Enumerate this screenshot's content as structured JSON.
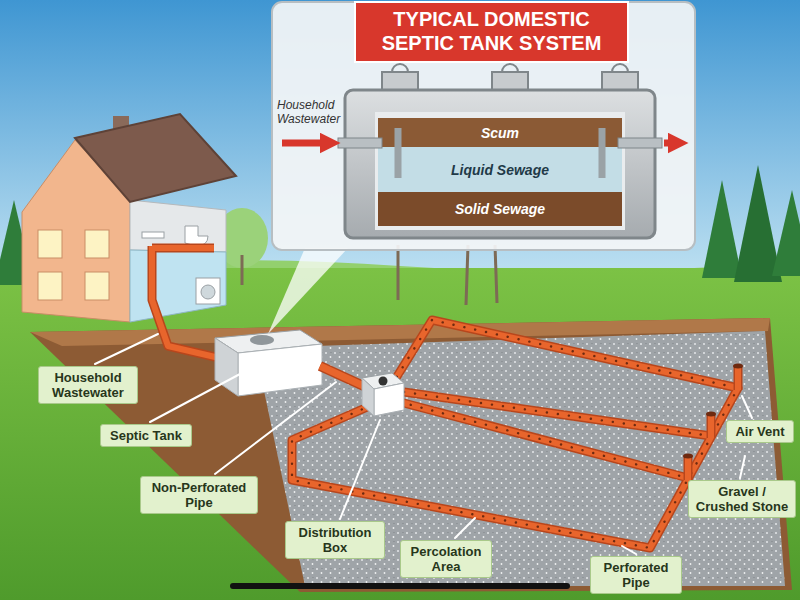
{
  "diagram": {
    "title": "TYPICAL DOMESTIC SEPTIC TANK SYSTEM",
    "nodes": [
      {
        "text": [
          "Scum"
        ]
      },
      {
        "text": [
          "Liquid Sewage"
        ]
      },
      {
        "text": [
          "Solid Sewage"
        ]
      },
      {
        "text": [
          "Household Wastewater"
        ]
      },
      {
        "text": [
          "Septic Tank"
        ]
      },
      {
        "text": [
          "Non-Perforated Pipe"
        ]
      },
      {
        "text": [
          "Distribution Box"
        ]
      },
      {
        "text": [
          "Percolation Area"
        ]
      },
      {
        "text": [
          "Perforated Pipe"
        ]
      },
      {
        "text": [
          "Gravel / Crushed Stone"
        ]
      },
      {
        "text": [
          "Air Vent"
        ]
      }
    ],
    "labels": [
      "Household Wastewater"
    ]
  }
}
